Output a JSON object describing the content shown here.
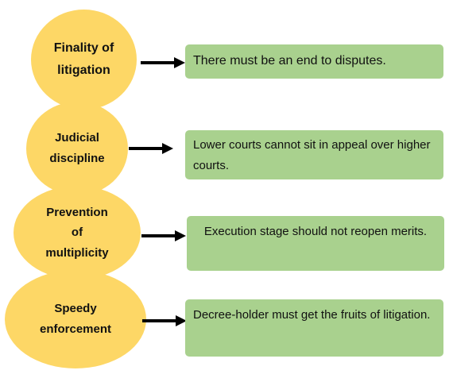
{
  "items": [
    {
      "term_lines": [
        "Finality of",
        "litigation"
      ],
      "description": "There must be an end to disputes."
    },
    {
      "term_lines": [
        "Judicial",
        "discipline"
      ],
      "description": "Lower courts cannot sit in appeal over higher courts."
    },
    {
      "term_lines": [
        "Prevention",
        "of",
        "multiplicity"
      ],
      "description": "Execution stage should not reopen merits."
    },
    {
      "term_lines": [
        "Speedy",
        "enforcement"
      ],
      "description": "Decree-holder must get the fruits of litigation."
    }
  ],
  "colors": {
    "ellipse_fill": "#fdd766",
    "box_fill": "#a9d18e",
    "arrow": "#000000"
  }
}
